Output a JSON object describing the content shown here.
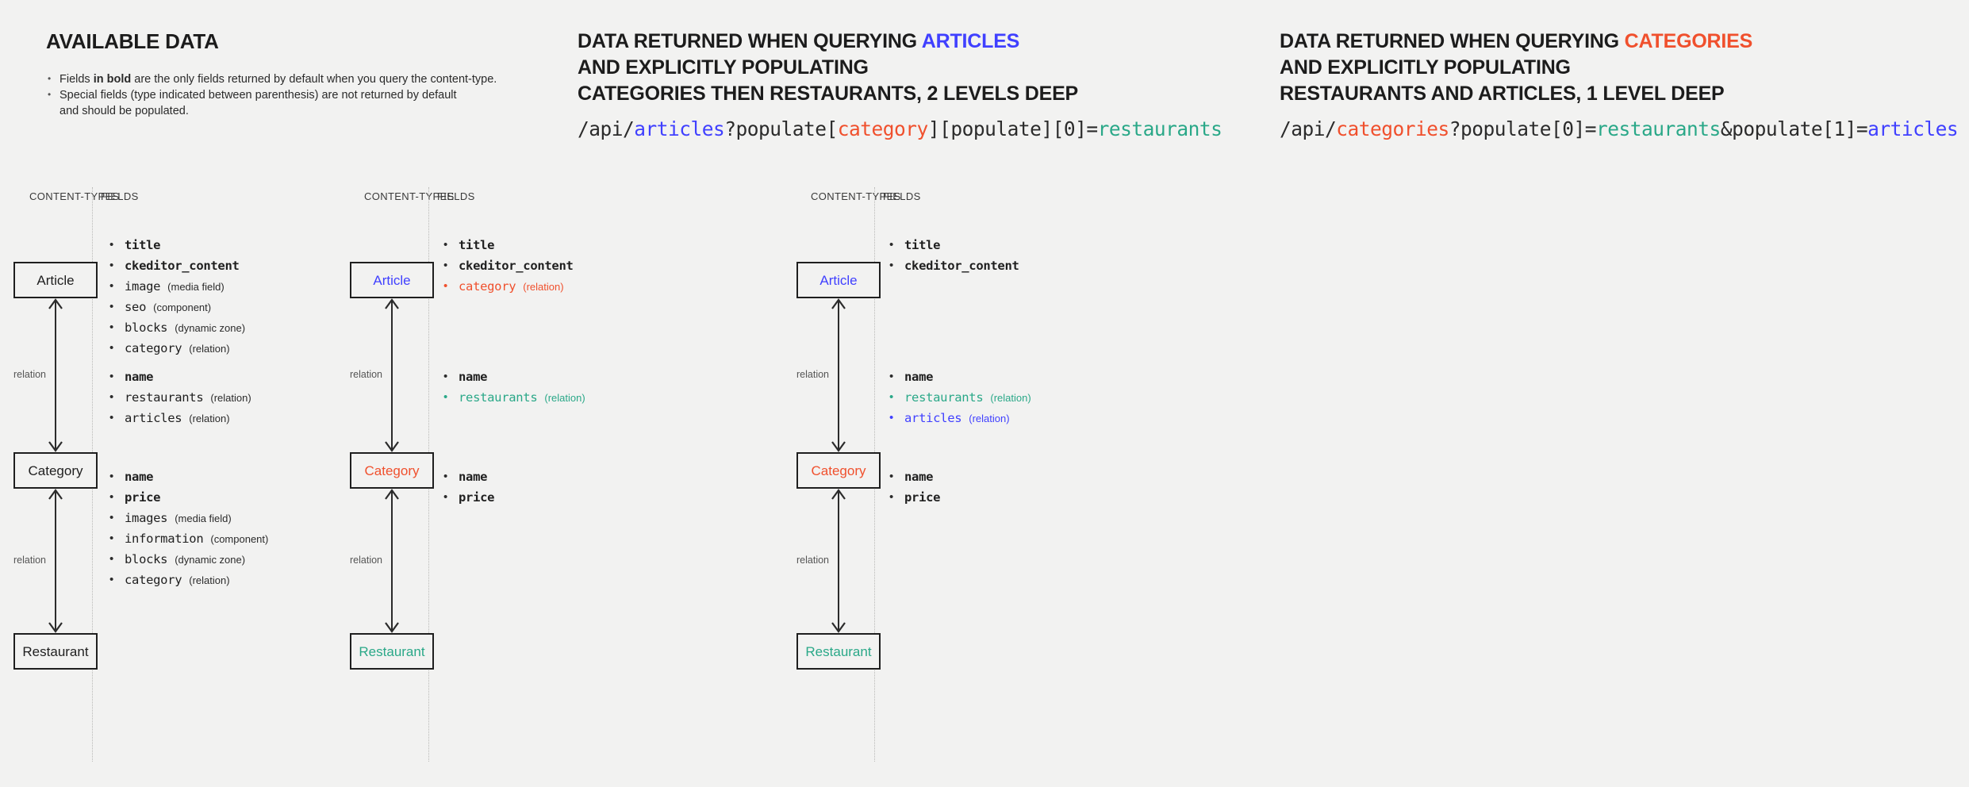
{
  "colors": {
    "background": "#f2f2f1",
    "article_blue": "#4040ff",
    "category_red": "#f0502d",
    "restaurant_teal": "#2aa888",
    "text": "#1f1f1f",
    "muted": "#555555"
  },
  "columns": [
    {
      "id": "available-data",
      "heading": {
        "prefix": "AVAILABLE DATA",
        "accent": "",
        "line2": "",
        "line3": ""
      },
      "notes": [
        {
          "pre": "Fields ",
          "bold": "in bold",
          "post": " are the only fields returned by default when you query the content-type."
        },
        {
          "pre": "Special fields (type indicated between parenthesis) are not returned by default",
          "bold": "",
          "post": ""
        },
        {
          "pre": "and should be populated.",
          "bold": "",
          "post": "",
          "continuation": true
        }
      ],
      "api_url": null,
      "labels": {
        "content_types": "CONTENT-TYPES",
        "fields": "FIELDS"
      },
      "nodes": [
        {
          "name": "Article",
          "color": "default"
        },
        {
          "name": "Category",
          "color": "default"
        },
        {
          "name": "Restaurant",
          "color": "default"
        }
      ],
      "relations": [
        {
          "label": "relation"
        },
        {
          "label": "relation"
        }
      ],
      "field_groups": [
        [
          {
            "name": "title",
            "type": "",
            "bold": true,
            "tone": "default"
          },
          {
            "name": "ckeditor_content",
            "type": "",
            "bold": true,
            "tone": "default"
          },
          {
            "name": "image",
            "type": "(media field)",
            "bold": false,
            "tone": "default"
          },
          {
            "name": "seo",
            "type": "(component)",
            "bold": false,
            "tone": "default"
          },
          {
            "name": "blocks",
            "type": "(dynamic zone)",
            "bold": false,
            "tone": "default"
          },
          {
            "name": "category",
            "type": "(relation)",
            "bold": false,
            "tone": "default"
          }
        ],
        [
          {
            "name": "name",
            "type": "",
            "bold": true,
            "tone": "default"
          },
          {
            "name": "restaurants",
            "type": "(relation)",
            "bold": false,
            "tone": "default"
          },
          {
            "name": "articles",
            "type": "(relation)",
            "bold": false,
            "tone": "default"
          }
        ],
        [
          {
            "name": "name",
            "type": "",
            "bold": true,
            "tone": "default"
          },
          {
            "name": "price",
            "type": "",
            "bold": true,
            "tone": "default"
          },
          {
            "name": "images",
            "type": "(media field)",
            "bold": false,
            "tone": "default"
          },
          {
            "name": "information",
            "type": "(component)",
            "bold": false,
            "tone": "default"
          },
          {
            "name": "blocks",
            "type": "(dynamic zone)",
            "bold": false,
            "tone": "default"
          },
          {
            "name": "category",
            "type": "(relation)",
            "bold": false,
            "tone": "default"
          }
        ]
      ]
    },
    {
      "id": "query-articles",
      "heading": {
        "prefix": "DATA RETURNED WHEN QUERYING ",
        "accent": "ARTICLES",
        "accent_tone": "blue",
        "line2": "AND EXPLICITLY POPULATING",
        "line3": "CATEGORIES THEN RESTAURANTS, 2 LEVELS DEEP"
      },
      "api_url": [
        {
          "text": "/api/",
          "tone": "default"
        },
        {
          "text": "articles",
          "tone": "blue"
        },
        {
          "text": "?populate[",
          "tone": "default"
        },
        {
          "text": "category",
          "tone": "red"
        },
        {
          "text": "][populate][0]=",
          "tone": "default"
        },
        {
          "text": "restaurants",
          "tone": "teal"
        }
      ],
      "labels": {
        "content_types": "CONTENT-TYPES",
        "fields": "FIELDS"
      },
      "nodes": [
        {
          "name": "Article",
          "color": "blue"
        },
        {
          "name": "Category",
          "color": "red"
        },
        {
          "name": "Restaurant",
          "color": "teal"
        }
      ],
      "relations": [
        {
          "label": "relation"
        },
        {
          "label": "relation"
        }
      ],
      "field_groups": [
        [
          {
            "name": "title",
            "type": "",
            "bold": true,
            "tone": "default"
          },
          {
            "name": "ckeditor_content",
            "type": "",
            "bold": true,
            "tone": "default"
          },
          {
            "name": "category",
            "type": "(relation)",
            "bold": false,
            "tone": "red"
          }
        ],
        [
          {
            "name": "name",
            "type": "",
            "bold": true,
            "tone": "default"
          },
          {
            "name": "restaurants",
            "type": "(relation)",
            "bold": false,
            "tone": "teal"
          }
        ],
        [
          {
            "name": "name",
            "type": "",
            "bold": true,
            "tone": "default"
          },
          {
            "name": "price",
            "type": "",
            "bold": true,
            "tone": "default"
          }
        ]
      ]
    },
    {
      "id": "query-categories",
      "heading": {
        "prefix": "DATA RETURNED WHEN QUERYING ",
        "accent": "CATEGORIES",
        "accent_tone": "red",
        "line2": "AND EXPLICITLY POPULATING",
        "line3": "RESTAURANTS AND ARTICLES, 1 LEVEL DEEP"
      },
      "api_url": [
        {
          "text": "/api/",
          "tone": "default"
        },
        {
          "text": "categories",
          "tone": "red"
        },
        {
          "text": "?populate[0]=",
          "tone": "default"
        },
        {
          "text": "restaurants",
          "tone": "teal"
        },
        {
          "text": "&populate[1]=",
          "tone": "default"
        },
        {
          "text": "articles",
          "tone": "blue"
        }
      ],
      "labels": {
        "content_types": "CONTENT-TYPES",
        "fields": "FIELDS"
      },
      "nodes": [
        {
          "name": "Article",
          "color": "blue"
        },
        {
          "name": "Category",
          "color": "red"
        },
        {
          "name": "Restaurant",
          "color": "teal"
        }
      ],
      "relations": [
        {
          "label": "relation"
        },
        {
          "label": "relation"
        }
      ],
      "field_groups": [
        [
          {
            "name": "title",
            "type": "",
            "bold": true,
            "tone": "default"
          },
          {
            "name": "ckeditor_content",
            "type": "",
            "bold": true,
            "tone": "default"
          }
        ],
        [
          {
            "name": "name",
            "type": "",
            "bold": true,
            "tone": "default"
          },
          {
            "name": "restaurants",
            "type": "(relation)",
            "bold": false,
            "tone": "teal"
          },
          {
            "name": "articles",
            "type": "(relation)",
            "bold": false,
            "tone": "blue"
          }
        ],
        [
          {
            "name": "name",
            "type": "",
            "bold": true,
            "tone": "default"
          },
          {
            "name": "price",
            "type": "",
            "bold": true,
            "tone": "default"
          }
        ]
      ]
    }
  ]
}
